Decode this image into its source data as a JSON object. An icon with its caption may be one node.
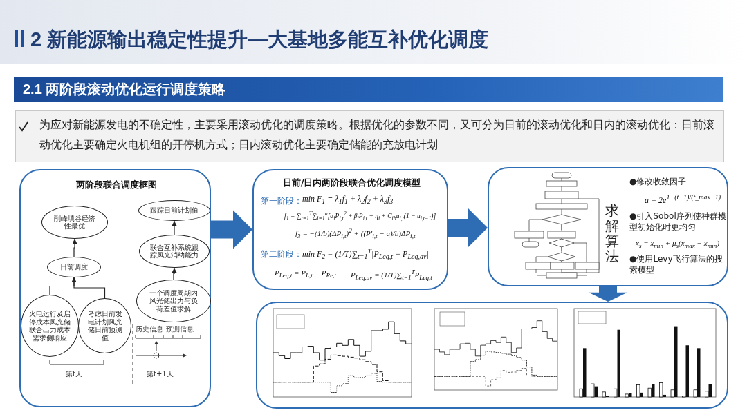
{
  "diagram": {
    "title": "2 新能源输出稳定性提升—大基地多能互补优化调度",
    "nodes": [
      {
        "text": [
          "2.1 两阶段滚动优化运行调度策略"
        ]
      },
      {
        "text": [
          "为应对新能源发电的不确定性，主要采用滚动优化的调度策略。根据优化的参数不同，又可分为日前的滚动优化和日内的滚动优化：日前滚动优化主要确定火电机组的开停机方式；日内滚动优化主要确定储能的充放电计划"
        ]
      },
      {
        "text": [
          "两阶段联合调度框图"
        ]
      },
      {
        "text": [
          "削峰填谷经济性最优"
        ],
        "in": 2
      },
      {
        "text": [
          "日前调度"
        ],
        "in": 2
      },
      {
        "text": [
          "火电运行及启停成本风光储联合出力成本需求侧响应"
        ],
        "in": 2
      },
      {
        "text": [
          "考虑日前发电计划风光储日前预测值"
        ],
        "in": 2
      },
      {
        "text": [
          "跟踪日前计划值"
        ],
        "in": 2
      },
      {
        "text": [
          "联合互补系统跟踪风光消纳能力"
        ],
        "in": 2
      },
      {
        "text": [
          "一个调度周期内风光储出力与负荷差值求解"
        ],
        "in": 2
      },
      {
        "text": [
          "日前/日内两阶段联合优化调度模型",
          "第一阶段：",
          "min F$_{1}$ = λ$_{1}$f$_{1}$ + λ$_{2}$f$_{2}$ + λ$_{3}$f$_{3}$",
          "f$_{1}$ = ∑$_{t=1}$$^{T}$∑$_{i=1}$$^{n}$[α$_{i}$P$_{i,t}$$^{2}$ + β$_{i}$P$_{i,t}$ + η$_{i}$ + C$_{ih}$u$_{i,t}$(1 − u$_{i,t−1}$)]",
          "f$_{3}$ = −(1/b)(ΔP$_{i,t}$)$^{2}$ + ((P′$_{i,t}$ − a)/b)ΔP$_{i,t}$",
          "第二阶段：",
          "min F$_{2}$ = (1/T)∑$_{t=1}$$^{T}$|P$_{Leq,t}$ − P$_{Leq,av}$|",
          "P$_{Leq,t}$ = P$_{L,t}$ − P$_{Re,t}$",
          "P$_{Leq,av}$ = (1/T)∑$_{t=1}$$^{T}$P$_{Leq,t}$"
        ]
      },
      {
        "text": [
          "求解算法",
          "●修改收敛因子",
          "a = 2e$^{1−(t−1)/(t_max−1)}$",
          "●引入Sobol序列使种群模型初始化时更均匀",
          "x$_{s}$ = x$_{min}$ + μ$_{s}$(x$_{max}$ − x$_{min}$)",
          "●使用Levy飞行算法的搜索模型"
        ]
      },
      {
        "text": [],
        "shape": "box"
      }
    ],
    "edges": [
      {
        "from": 4,
        "to": 3,
        "arrow": "to"
      },
      {
        "from": 5,
        "to": 4,
        "arrow": "to"
      },
      {
        "from": 6,
        "to": 4,
        "arrow": "to"
      },
      {
        "from": 9,
        "to": 8,
        "arrow": "to"
      },
      {
        "from": 8,
        "to": 7,
        "arrow": "to"
      },
      {
        "from": 2,
        "to": 10,
        "arrow": "to",
        "style": "thick",
        "color": "#2e6db4"
      },
      {
        "from": 10,
        "to": 11,
        "arrow": "to",
        "style": "thick",
        "color": "#2e6db4"
      },
      {
        "from": 11,
        "to": 12,
        "arrow": "to",
        "style": "thick",
        "color": "#2e6db4"
      }
    ],
    "labels": [
      "历史信息",
      "预测信息",
      "第t天",
      "第t+1天"
    ]
  }
}
